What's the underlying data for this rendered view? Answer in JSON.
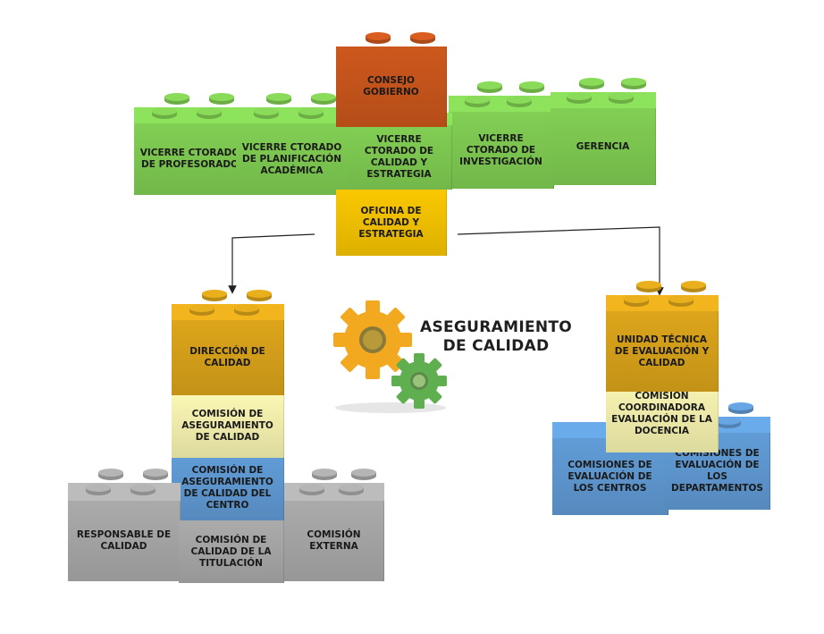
{
  "title": {
    "line1": "ASEGURAMIENTO",
    "line2": "DE CALIDAD"
  },
  "colors": {
    "green": "#7fcb52",
    "orange": "#c9561c",
    "yellow": "#f5c400",
    "gold": "#d9a21a",
    "paleyellow": "#f6f2b0",
    "blue": "#5f99d3",
    "gray": "#a8a8a8"
  },
  "blocks": {
    "consejo": "CONSEJO GOBIERNO",
    "vr_profesorado": "VICERRE CTORADO DE PROFESORADO",
    "vr_planificacion": "VICERRE CTORADO DE PLANIFICACIÓN ACADÉMICA",
    "vr_calidad": "VICERRE CTORADO DE CALIDAD Y ESTRATEGIA",
    "vr_investigacion": "VICERRE CTORADO DE INVESTIGACIÓN",
    "gerencia": "GERENCIA",
    "oficina": "OFICINA DE CALIDAD Y ESTRATEGIA",
    "direccion": "DIRECCIÓN DE CALIDAD",
    "comision_aseg": "COMISIÓN DE ASEGURAMIENTO DE CALIDAD",
    "comision_centro": "COMISIÓN DE ASEGURAMIENTO DE CALIDAD DEL CENTRO",
    "responsable": "RESPONSABLE DE CALIDAD",
    "comision_titulacion": "COMISIÓN DE CALIDAD DE LA TITULACIÓN",
    "comision_externa": "COMISIÓN EXTERNA",
    "unidad_tecnica": "UNIDAD TÉCNICA DE EVALUACIÓN Y CALIDAD",
    "comision_coord": "COMISIÓN COORDINADORA EVALUACIÓN DE LA DOCENCIA",
    "comisiones_centros": "COMISIONES DE EVALUACIÓN DE LOS CENTROS",
    "comisiones_departamentos": "COMISIONES DE EVALUACIÓN DE LOS DEPARTAMENTOS"
  }
}
